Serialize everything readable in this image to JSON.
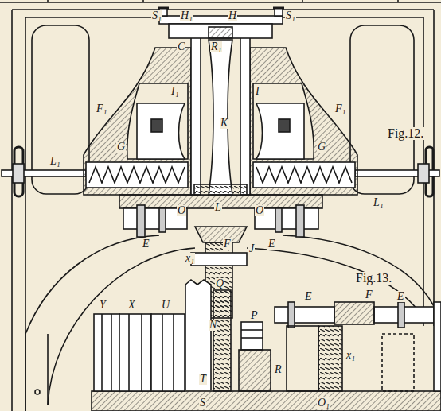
{
  "diagram": {
    "labels": [
      "Fig.12.",
      "Fig.13.",
      "S₁",
      "H₁",
      "H",
      "S₁",
      "R₁",
      "C",
      "F₁",
      "F₁",
      "G",
      "G",
      "I₁",
      "I",
      "K",
      "L₁",
      "L₁",
      "O",
      "O",
      "L",
      "E",
      "F",
      "E",
      "J",
      "x₁",
      "N",
      "Y",
      "X",
      "U",
      "Q",
      "P",
      "R",
      "T",
      "S",
      "E",
      "F",
      "E",
      "x₁",
      "O₁"
    ]
  }
}
